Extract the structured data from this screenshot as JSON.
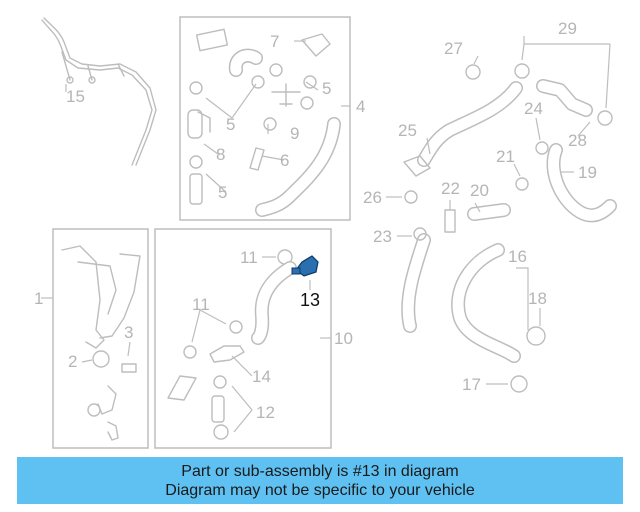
{
  "callouts": {
    "c1": "1",
    "c2": "2",
    "c3": "3",
    "c4": "4",
    "c5a": "5",
    "c5b": "5",
    "c5c": "5",
    "c6": "6",
    "c7": "7",
    "c8": "8",
    "c9": "9",
    "c10": "10",
    "c11a": "11",
    "c11b": "11",
    "c12": "12",
    "c13": "13",
    "c14": "14",
    "c15": "15",
    "c16": "16",
    "c17": "17",
    "c18": "18",
    "c19": "19",
    "c20": "20",
    "c21": "21",
    "c22": "22",
    "c23": "23",
    "c24": "24",
    "c25": "25",
    "c26": "26",
    "c27": "27",
    "c28": "28",
    "c29": "29"
  },
  "highlight_color": "#2a6fb0",
  "banner": {
    "line1": "Part or sub-assembly is #13 in diagram",
    "line2": "Diagram may not be specific to your vehicle",
    "color": "#5ec1f2"
  }
}
